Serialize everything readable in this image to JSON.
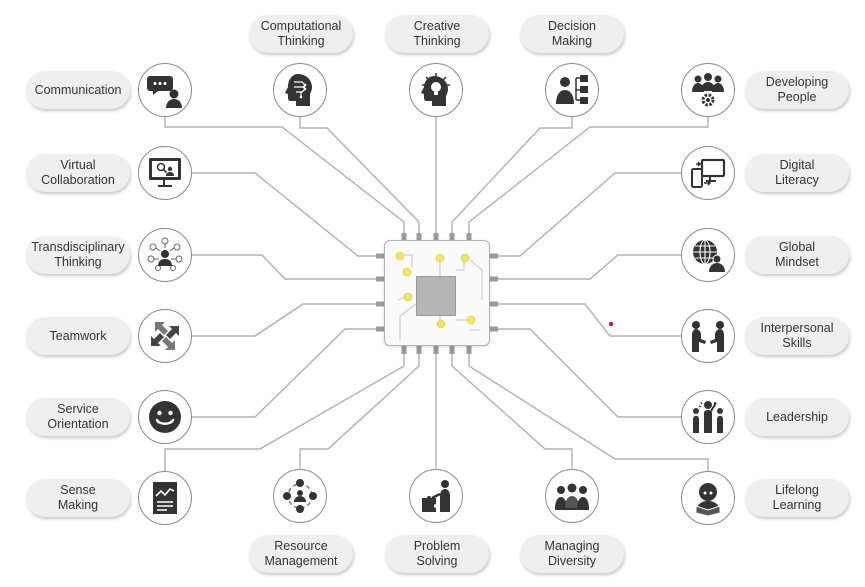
{
  "diagram": {
    "skills": [
      {
        "id": "communication",
        "label": "Communication",
        "icon": "chat-person-icon"
      },
      {
        "id": "virtual-collaboration",
        "label": "Virtual\nCollaboration",
        "icon": "monitor-person-icon"
      },
      {
        "id": "transdisciplinary-thinking",
        "label": "Transdisciplinary\nThinking",
        "icon": "network-person-icon"
      },
      {
        "id": "teamwork",
        "label": "Teamwork",
        "icon": "arrows-cycle-icon"
      },
      {
        "id": "service-orientation",
        "label": "Service\nOrientation",
        "icon": "smiley-icon"
      },
      {
        "id": "sense-making",
        "label": "Sense\nMaking",
        "icon": "report-chart-icon"
      },
      {
        "id": "computational-thinking",
        "label": "Computational\nThinking",
        "icon": "circuit-head-icon"
      },
      {
        "id": "creative-thinking",
        "label": "Creative\nThinking",
        "icon": "lightbulb-head-icon"
      },
      {
        "id": "decision-making",
        "label": "Decision\nMaking",
        "icon": "person-flowchart-icon"
      },
      {
        "id": "resource-management",
        "label": "Resource\nManagement",
        "icon": "resource-cycle-icon"
      },
      {
        "id": "problem-solving",
        "label": "Problem\nSolving",
        "icon": "person-puzzle-icon"
      },
      {
        "id": "managing-diversity",
        "label": "Managing\nDiversity",
        "icon": "diverse-group-icon"
      },
      {
        "id": "developing-people",
        "label": "Developing\nPeople",
        "icon": "group-gear-icon"
      },
      {
        "id": "digital-literacy",
        "label": "Digital\nLiteracy",
        "icon": "devices-icon"
      },
      {
        "id": "global-mindset",
        "label": "Global\nMindset",
        "icon": "globe-person-icon"
      },
      {
        "id": "interpersonal-skills",
        "label": "Interpersonal\nSkills",
        "icon": "handshake-icon"
      },
      {
        "id": "leadership",
        "label": "Leadership",
        "icon": "leader-group-icon"
      },
      {
        "id": "lifelong-learning",
        "label": "Lifelong\nLearning",
        "icon": "reader-icon"
      }
    ],
    "colors": {
      "line": "#b0b0b0",
      "icon": "#333333",
      "accent_dot": "#f3e55a",
      "marker_dot": "#d0112b"
    }
  }
}
